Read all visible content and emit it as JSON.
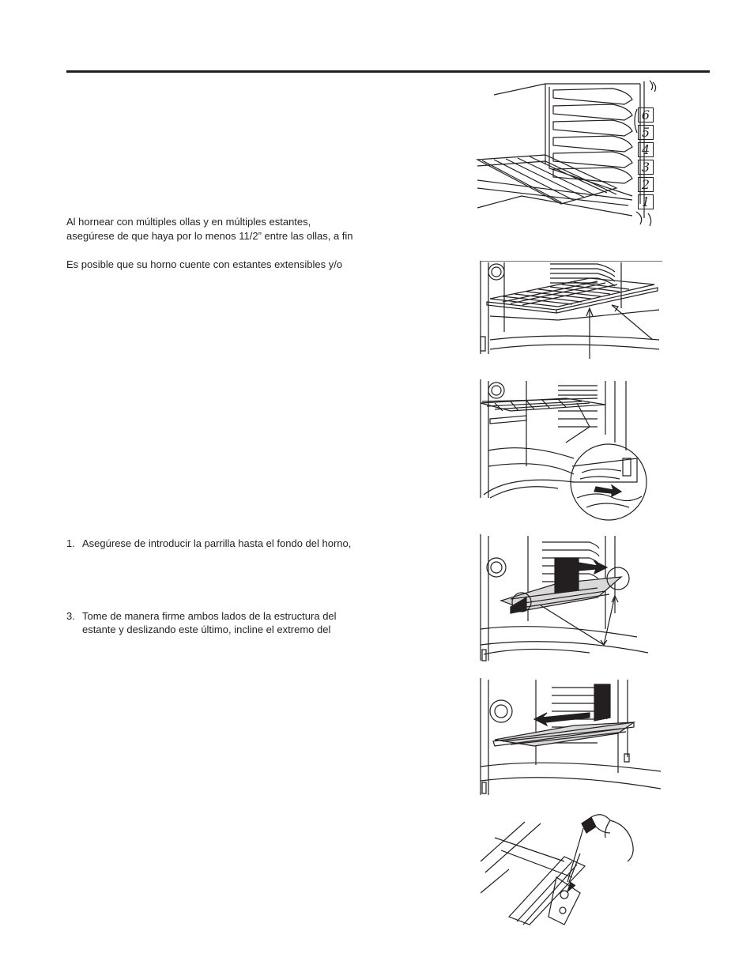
{
  "paragraphs": {
    "p1_line1": "Al hornear con múltiples ollas y en múltiples estantes,",
    "p1_line2": "asegúrese de que haya por lo menos 11/2” entre las ollas, a fin",
    "p2": "Es posible que su horno cuente con estantes extensibles y/o"
  },
  "steps": [
    {
      "number": "1.",
      "line1": "Asegúrese de introducir la parrilla hasta el fondo del horno,",
      "line2": ""
    },
    {
      "number": "3.",
      "line1": "Tome de manera firme ambos lados de la estructura del",
      "line2": "estante y deslizando este último, incline el extremo del"
    }
  ],
  "rack_positions": [
    "6",
    "5",
    "4",
    "3",
    "2",
    "1"
  ],
  "icons": {
    "fig1": "oven-rack-positions-illustration",
    "fig2": "extension-rack-illustration",
    "fig3": "rack-removal-zoom-illustration",
    "fig4": "rack-tilt-lift-illustration",
    "fig5": "rack-insert-illustration",
    "fig6": "screwdriver-rack-illustration"
  }
}
